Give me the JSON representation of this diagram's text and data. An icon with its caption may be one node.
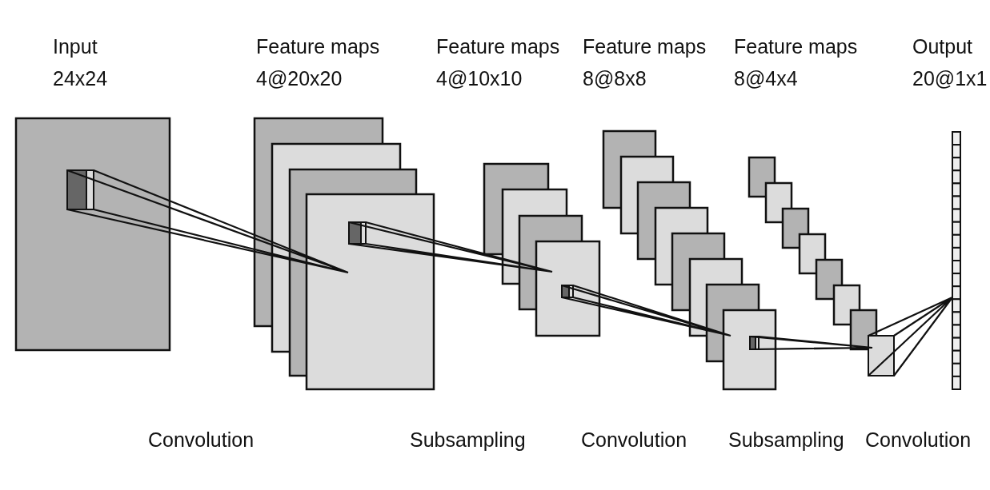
{
  "diagram": {
    "nodes": [
      {
        "text": [
          "Input",
          "24x24"
        ]
      },
      {
        "text": [
          "Feature maps",
          "4@20x20"
        ]
      },
      {
        "text": [
          "Feature maps",
          "4@10x10"
        ]
      },
      {
        "text": [
          "Feature maps",
          "8@8x8"
        ]
      },
      {
        "text": [
          "Feature maps",
          "8@4x4"
        ]
      },
      {
        "text": [
          "Output",
          "20@1x1"
        ]
      }
    ],
    "edges": [
      {
        "from": 0,
        "to": 1,
        "arrow": "none"
      },
      {
        "from": 1,
        "to": 2,
        "arrow": "none"
      },
      {
        "from": 2,
        "to": 3,
        "arrow": "none"
      },
      {
        "from": 3,
        "to": 4,
        "arrow": "none"
      },
      {
        "from": 4,
        "to": 5,
        "arrow": "none"
      }
    ],
    "labels": [
      "Convolution",
      "Subsampling",
      "Convolution",
      "Subsampling",
      "Convolution"
    ]
  }
}
